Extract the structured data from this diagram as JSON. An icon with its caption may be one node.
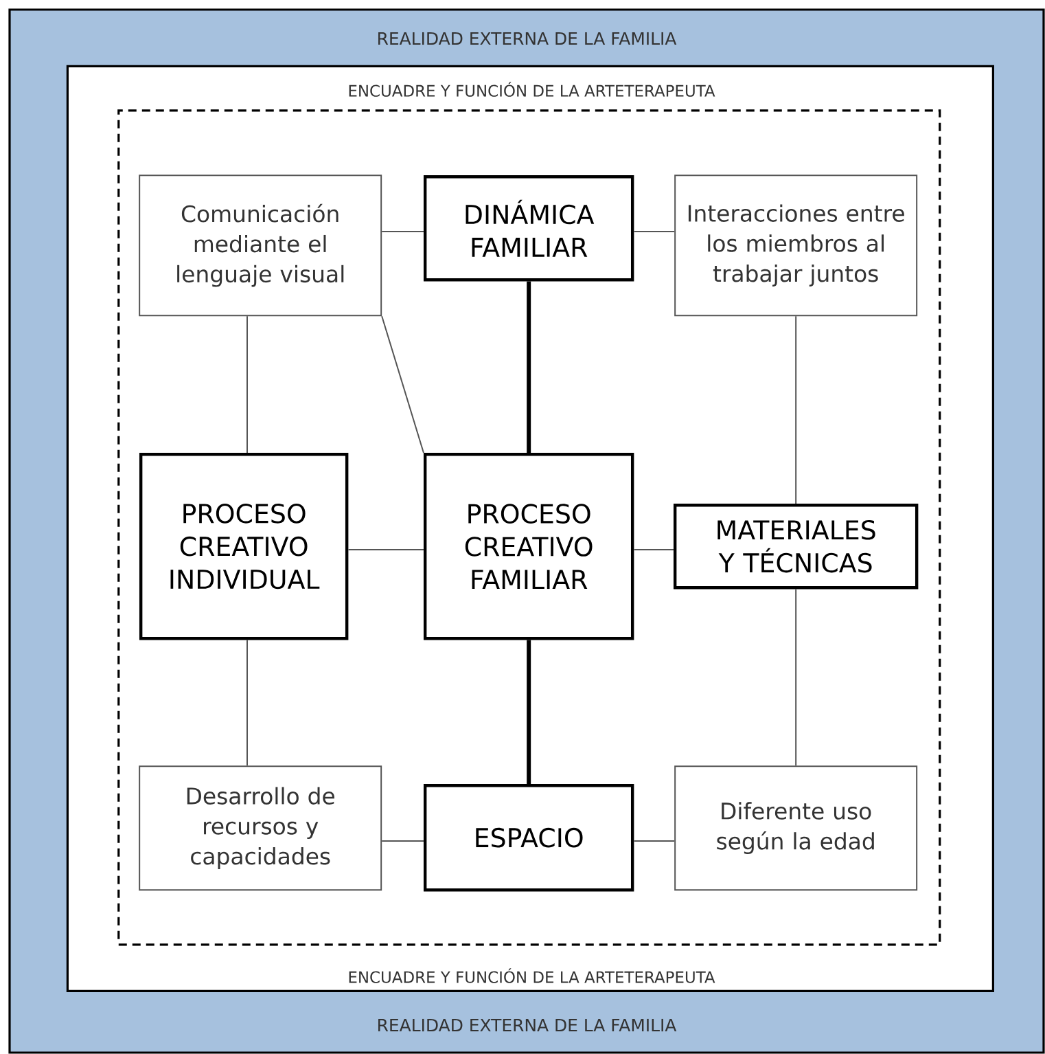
{
  "diagram": {
    "nodes": [
      {
        "text": [
          "REALIDAD EXTERNA DE LA FAMILIA",
          "REALIDAD EXTERNA DE LA FAMILIA"
        ]
      },
      {
        "text": [
          "ENCUADRE Y FUNCIÓN DE LA ARTETERAPEUTA",
          "ENCUADRE Y FUNCIÓN DE LA ARTETERAPEUTA"
        ],
        "in": 0
      },
      {
        "text": [],
        "shape": "box",
        "in": 1
      },
      {
        "text": [
          "Comunicación mediante el lenguaje visual"
        ],
        "in": 2
      },
      {
        "text": [
          "DINÁMICA FAMILIAR"
        ],
        "in": 2
      },
      {
        "text": [
          "Interacciones entre los miembros al trabajar juntos"
        ],
        "in": 2
      },
      {
        "text": [
          "PROCESO CREATIVO INDIVIDUAL"
        ],
        "in": 2
      },
      {
        "text": [
          "PROCESO CREATIVO FAMILIAR"
        ],
        "in": 2
      },
      {
        "text": [
          "MATERIALES Y TÉCNICAS"
        ],
        "in": 2
      },
      {
        "text": [
          "Desarrollo de recursos y capacidades"
        ],
        "in": 2
      },
      {
        "text": [
          "ESPACIO"
        ],
        "in": 2
      },
      {
        "text": [
          "Diferente uso según la edad"
        ],
        "in": 2
      }
    ],
    "edges": [
      {
        "from": 3,
        "to": 4,
        "arrow": "none"
      },
      {
        "from": 4,
        "to": 5,
        "arrow": "none"
      },
      {
        "from": 3,
        "to": 6,
        "arrow": "none"
      },
      {
        "from": 3,
        "to": 7,
        "arrow": "none"
      },
      {
        "from": 4,
        "to": 7,
        "arrow": "none",
        "style": "thick"
      },
      {
        "from": 5,
        "to": 8,
        "arrow": "none"
      },
      {
        "from": 6,
        "to": 7,
        "arrow": "none"
      },
      {
        "from": 7,
        "to": 8,
        "arrow": "none"
      },
      {
        "from": 6,
        "to": 9,
        "arrow": "none"
      },
      {
        "from": 7,
        "to": 10,
        "arrow": "none",
        "style": "thick"
      },
      {
        "from": 8,
        "to": 11,
        "arrow": "none"
      },
      {
        "from": 9,
        "to": 10,
        "arrow": "none"
      },
      {
        "from": 10,
        "to": 11,
        "arrow": "none"
      }
    ]
  }
}
